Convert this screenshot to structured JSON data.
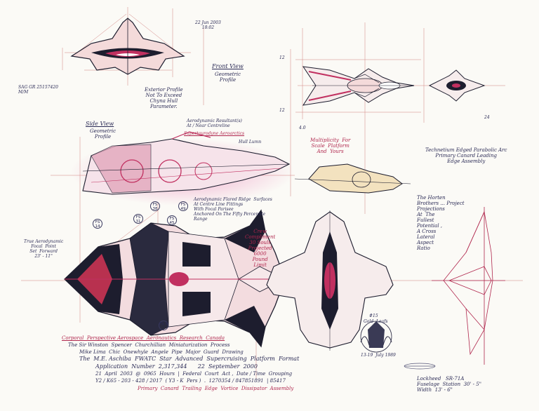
{
  "date_top": "22 Jun 2003\n18:02",
  "left_ref": "SAG GR 25157420\nM/M",
  "front_view": {
    "title": "Front View",
    "subtitle": "Geometric\nProfile"
  },
  "exterior_note": "Exterior Profile\nNot To Exceed\nChyna Hull\nParameter.",
  "side_view": {
    "title": "Side View",
    "subtitle": "Geometric\nProfile"
  },
  "aero_note": "Aerodynamic Resultant(s)\nAt / Near Centreline",
  "supertaurodyne": "Supertaurodyne Aeroarctics",
  "centre_label": "Hull Lumn",
  "multiplicity": "Multiplicity  For\nScale  Platform\nAnd  Yours",
  "technetium_note": "Technetium Edged Parabolic Arc\nPrimary Canard Leading\nEdge Assembly",
  "dim_labels": {
    "d12a": "12",
    "d12b": "12",
    "d40": "4.0",
    "d24": "24"
  },
  "fs_labels": [
    "FS 14",
    "FS 31",
    "FS 38",
    "FS 45",
    "FS 49",
    "FS 9"
  ],
  "aero_focal": "True Aerodynamic\nFocal  Point\nSet  Forward\n23' - 11\"",
  "aero_flared": "Aerodynamic Flared Ridge  Surfaces\nAt Centre Line Fittings\nWith Focal Parisee\nAnchored On The Fifty Percentile\nRange",
  "crew_note": "Crew\nCompliment\n30 Souls\nProjected\n6000\nPound\nLimit",
  "horten_note": "The Horten\nBrothers ... Project\nProjections\nAt  The\nFullest\nPotential ,\nA Cross\nLateral\nAspect\nRatio",
  "footer": {
    "line1": "Corporal  Perspective Aerospace  Aeronautics  Research  Canada",
    "line2": "The Sir Winston  Spencer  Churchillian  Miniaturization  Process",
    "line3": "Mike Lima  Chic  Onewhyle  Angele  Pipe  Major  Guard  Drawing",
    "line4": "The  M.E. Aschiba  FWATC  Star  Advanced  Supercruising  Platform  Format",
    "line5": "Application  Number  2,317,344      22  September  2000",
    "line6": "21  April  2003  @  0965  Hours  |  Federal  Court  Act ,  Date / Time  Grouping",
    "line7": "Y2 / K65 - 203 - 428 / 2017  ( Y3 - K  Pers )  .  1270354 / 847851891  | 85417",
    "line8": "Primary  Canard  Trailing  Edge  Vortice  Dissipator  Assembly"
  },
  "seal_text": "Gold  Leafs",
  "seal_number": "#15",
  "seal_date": "13-19  July 1989",
  "lockheed_note": "Lockheed   SR-71A\nFuselage  Station  30' - 5\"\nWidth  13' - 6\""
}
